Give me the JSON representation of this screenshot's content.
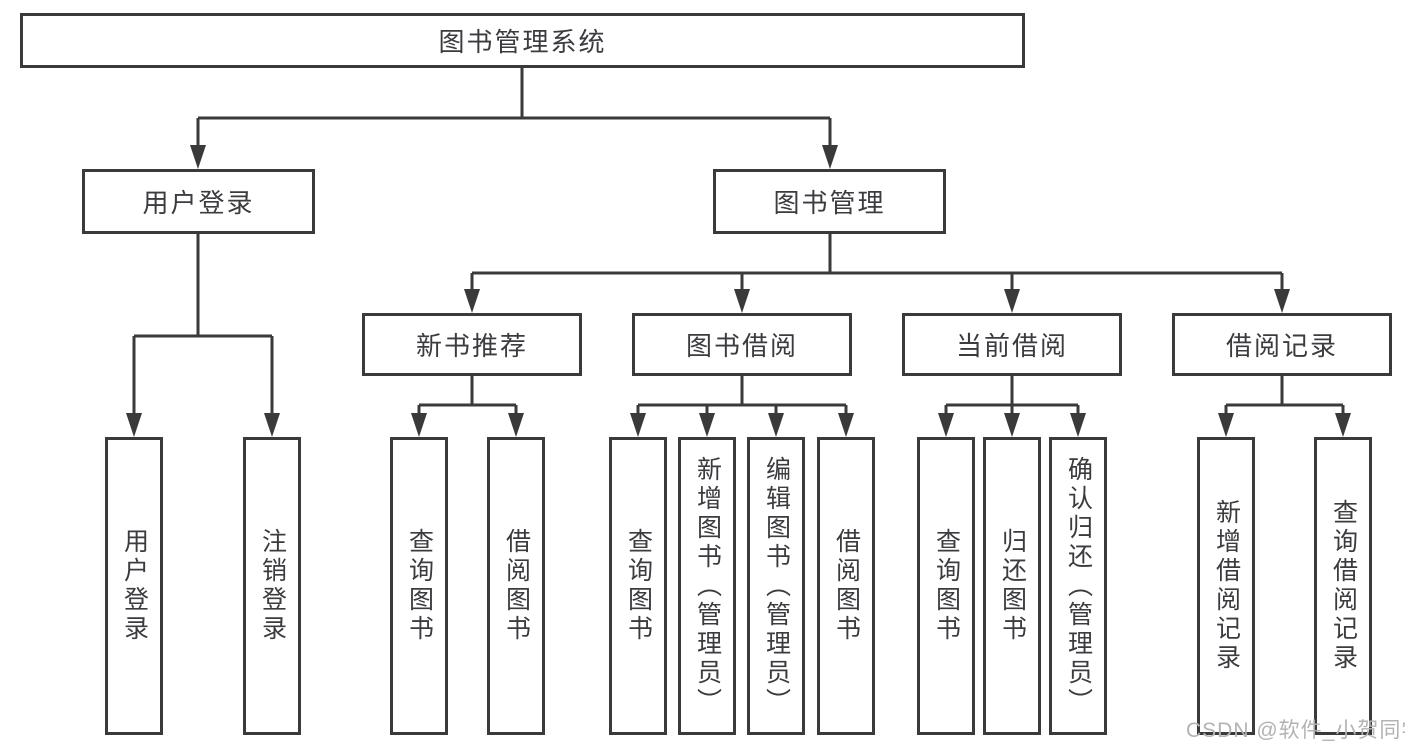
{
  "nodes": {
    "root": "图书管理系统",
    "user_login": "用户登录",
    "book_management": "图书管理",
    "new_book_recommend": "新书推荐",
    "book_borrow": "图书借阅",
    "current_borrow": "当前借阅",
    "borrow_record": "借阅记录",
    "ul_user_login": "用户登录",
    "ul_logout": "注销登录",
    "nb_query_book": "查询图书",
    "nb_borrow_book": "借阅图书",
    "bb_query_book": "查询图书",
    "bb_add_book": "新增图书（管理员）",
    "bb_edit_book": "编辑图书（管理员）",
    "bb_borrow_book": "借阅图书",
    "cb_query_book": "查询图书",
    "cb_return_book": "归还图书",
    "cb_confirm_return": "确认归还（管理员）",
    "br_add_record": "新增借阅记录",
    "br_query_record": "查询借阅记录"
  },
  "watermark": "CSDN @软件_小贺同学",
  "colors": {
    "line": "#3a3a3a",
    "box_border": "#3a3a3a",
    "text": "#3b3b40",
    "watermark": "#b3b3b3",
    "background": "#ffffff"
  }
}
